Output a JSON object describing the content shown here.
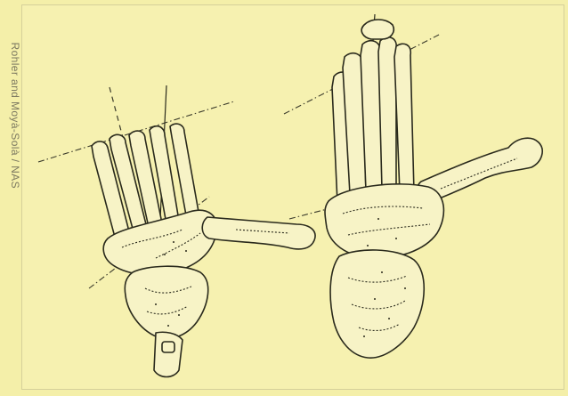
{
  "figure": {
    "credit": "Rohler and Moyà-Solà / NAS",
    "background_color": "#f6f1b0",
    "panels": [
      {
        "name": "left-foot-skeleton"
      },
      {
        "name": "right-foot-skeleton"
      }
    ]
  }
}
